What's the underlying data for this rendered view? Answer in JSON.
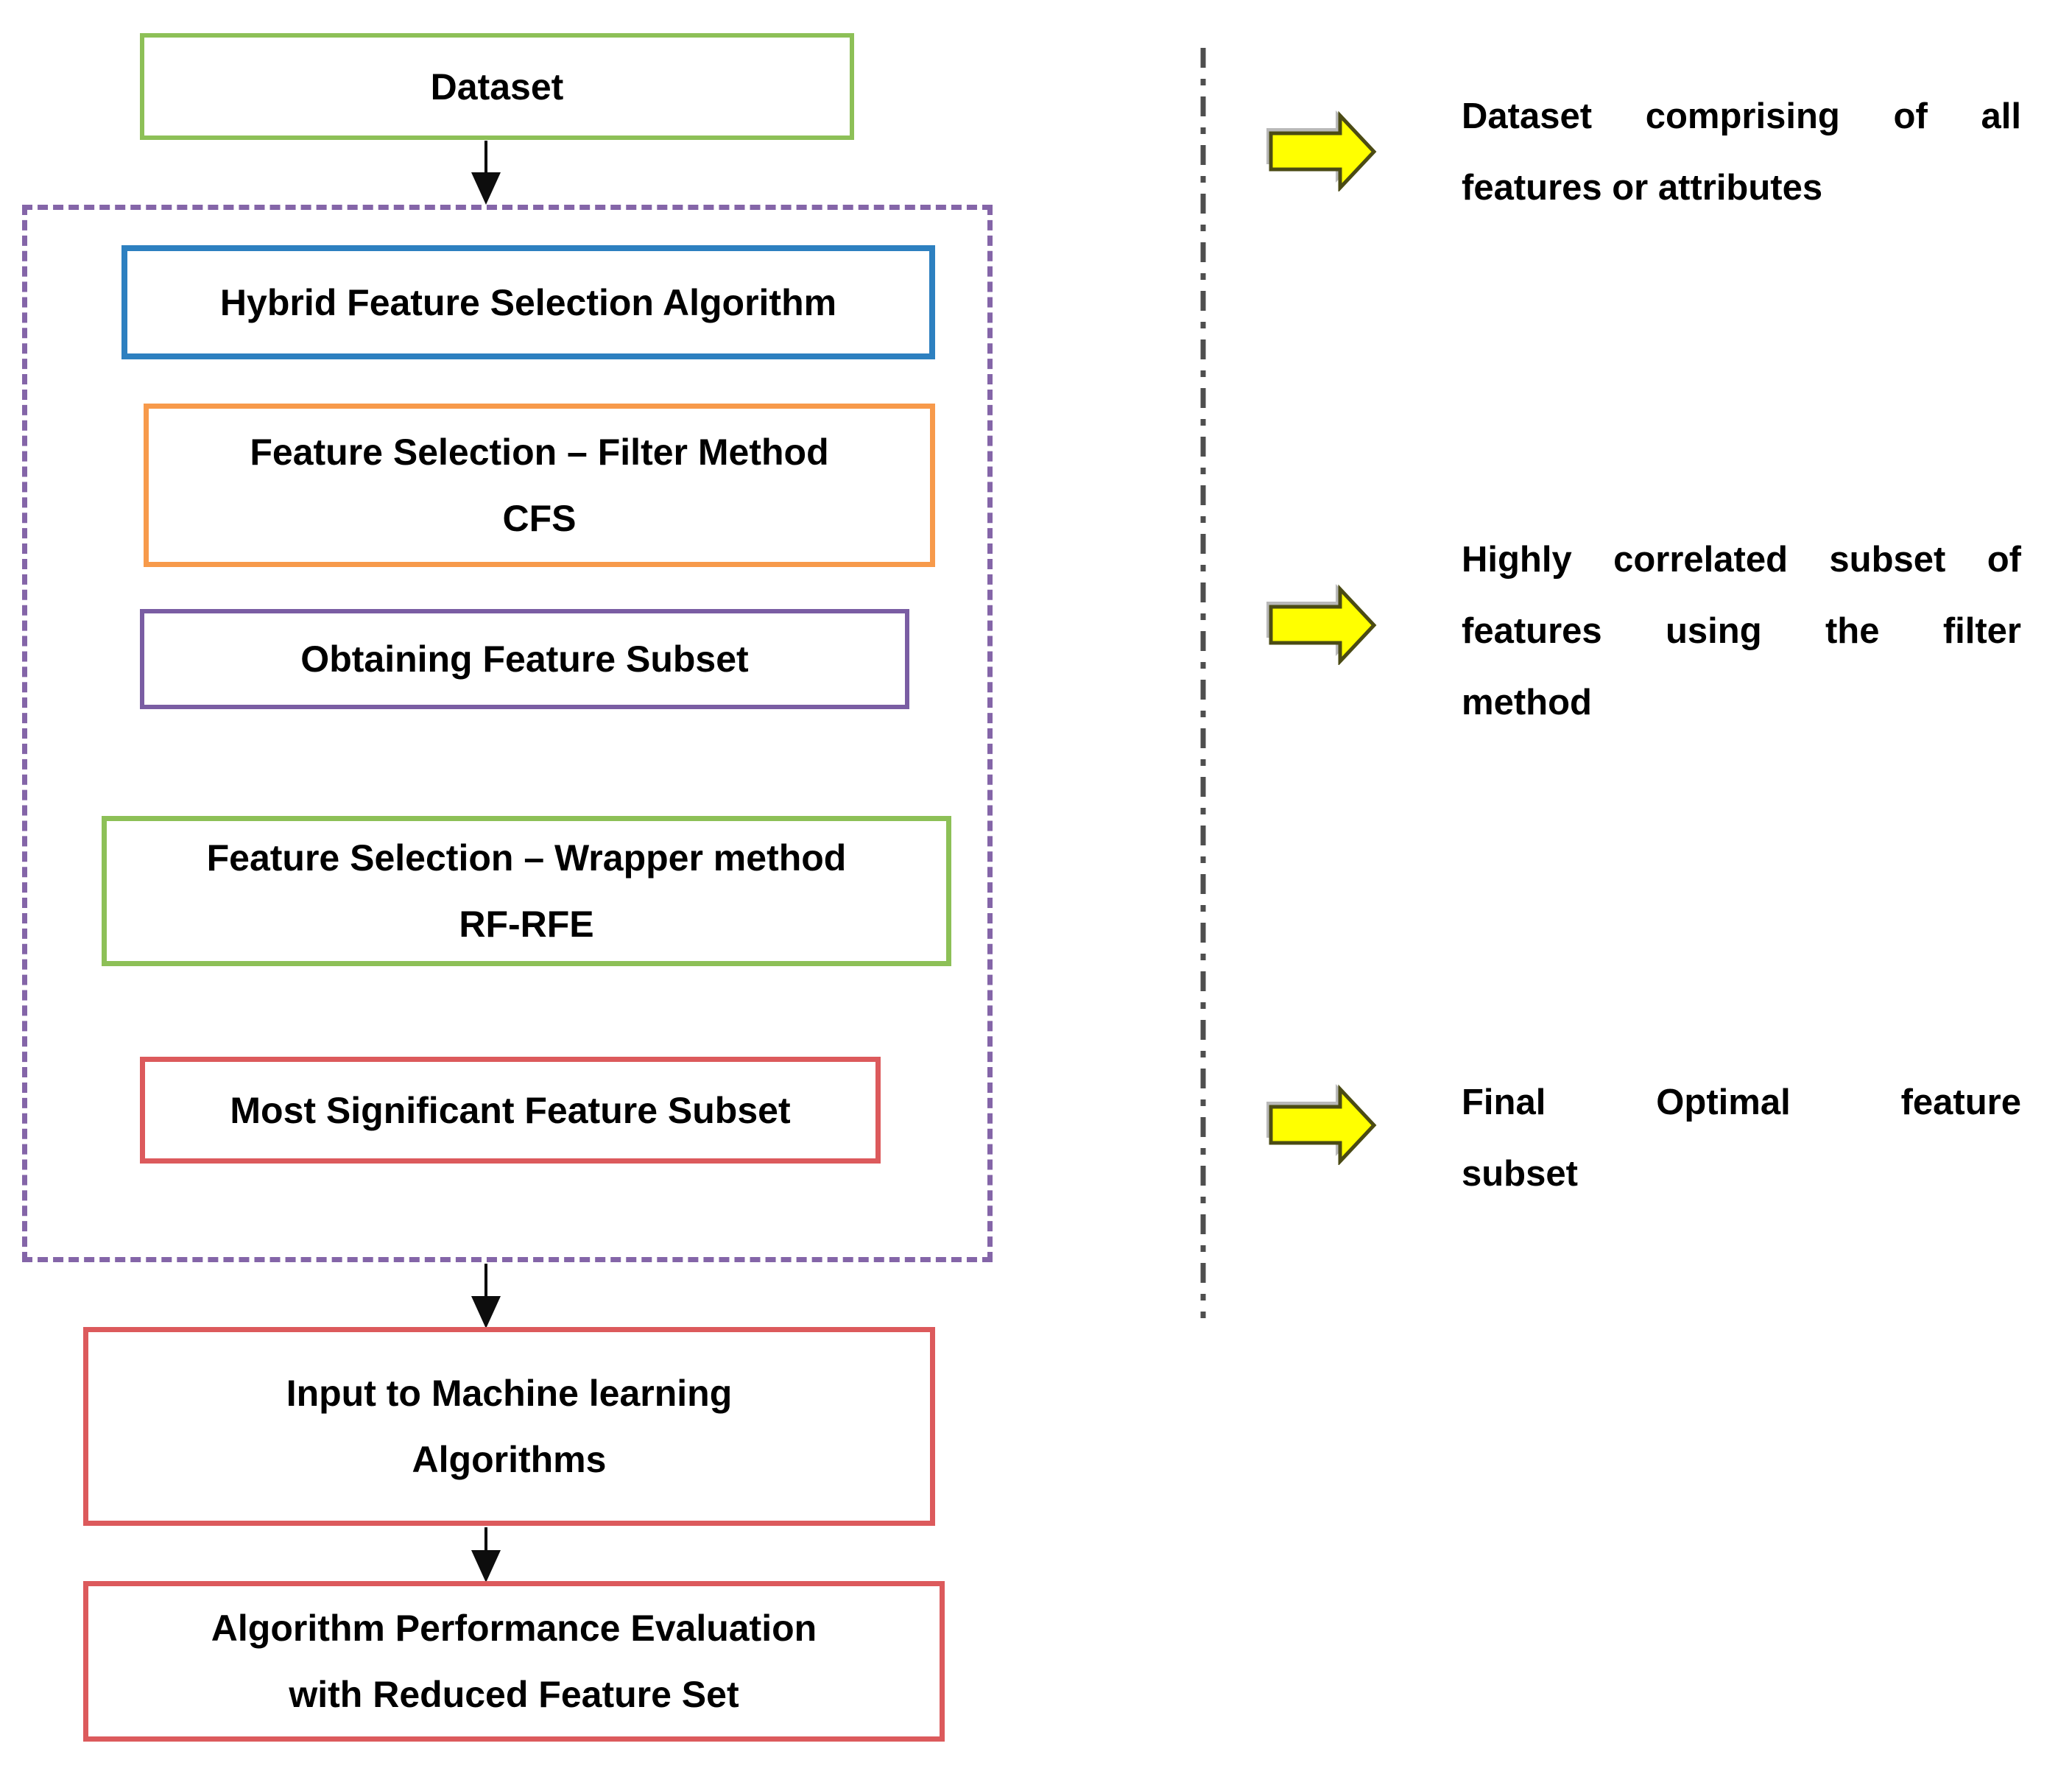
{
  "boxes": {
    "dataset": {
      "label": "Dataset",
      "border_color": "#8dc057"
    },
    "hybrid": {
      "label": "Hybrid Feature Selection Algorithm",
      "border_color": "#2d80c0"
    },
    "filter": {
      "line1": "Feature Selection – Filter Method",
      "line2": "CFS",
      "border_color": "#f79a4b"
    },
    "subset": {
      "label": "Obtaining Feature Subset",
      "border_color": "#7a5da3"
    },
    "wrapper": {
      "line1": "Feature Selection – Wrapper method",
      "line2": "RF-RFE",
      "border_color": "#8dc057"
    },
    "significant": {
      "label": "Most Significant Feature Subset",
      "border_color": "#dc5a5c"
    },
    "input": {
      "line1": "Input to Machine learning",
      "line2": "Algorithms",
      "border_color": "#dc5a5c"
    },
    "evaluation": {
      "line1": "Algorithm Performance Evaluation",
      "line2": "with Reduced Feature Set",
      "border_color": "#dc5a5c"
    }
  },
  "container": {
    "border_color": "#8465a8",
    "border_style": "dashed"
  },
  "annotations": [
    {
      "lines": [
        "Dataset comprising of all",
        "features or attributes"
      ]
    },
    {
      "lines": [
        "Highly correlated subset of",
        "features using the filter",
        "method"
      ]
    },
    {
      "lines": [
        "Final Optimal feature",
        "subset"
      ]
    }
  ],
  "icons": {
    "right_arrow": {
      "fill": "#ffff00",
      "outline": "#4b4b14",
      "shadow": "#b9b9b9"
    },
    "down_arrow": {
      "color": "#000000"
    },
    "divider": {
      "color": "#4e4e4e",
      "pattern": "dash-dot"
    }
  },
  "text_color": "#000000"
}
